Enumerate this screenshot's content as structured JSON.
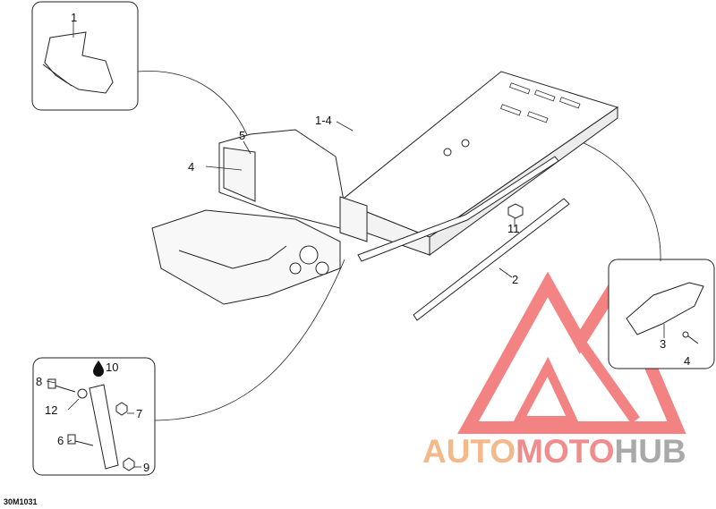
{
  "diagram": {
    "code": "30M1031",
    "callouts": {
      "c1": "1",
      "c5": "5",
      "c14": "1-4",
      "c4a": "4",
      "c11": "11",
      "c2": "2",
      "c3": "3",
      "c4b": "4",
      "c10": "10",
      "c8": "8",
      "c12": "12",
      "c7": "7",
      "c6": "6",
      "c9": "9"
    }
  },
  "watermark": {
    "part1": "AUTO",
    "part2": "MOTO",
    "part3": "HUB",
    "colors": {
      "auto": "#f4b98a",
      "moto": "#f08c8c",
      "hub": "#a9a9a9",
      "logo": "#f26d6d"
    }
  },
  "icons": {
    "oil_drop": "oil-drop-icon"
  }
}
